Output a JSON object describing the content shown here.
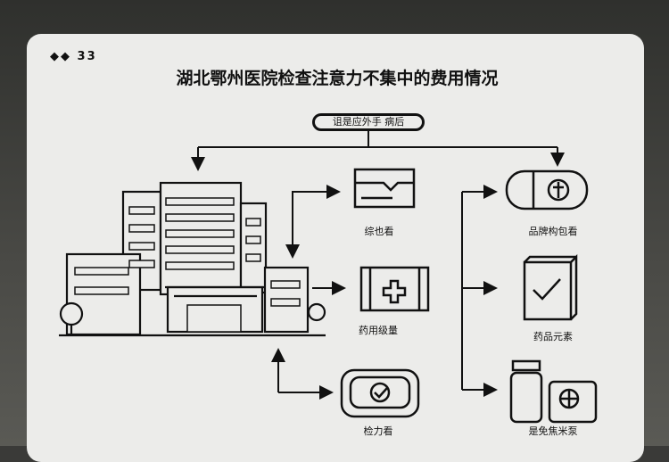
{
  "header": {
    "logo_text": "◆◆ 33",
    "title": "湖北鄂州医院检查注意力不集中的费用情况",
    "subtitle_pill": "诅是应外手 病后"
  },
  "left_column": [
    {
      "label": "综也看",
      "icon": "document-icon"
    },
    {
      "label": "药用级量",
      "icon": "first-aid-kit-icon"
    },
    {
      "label": "检力看",
      "icon": "check-card-icon"
    }
  ],
  "right_column": [
    {
      "label": "品牌构包看",
      "icon": "pill-capsule-icon"
    },
    {
      "label": "药品元素",
      "icon": "checked-box-icon"
    },
    {
      "label": "是免焦米泵",
      "icon": "medicine-bottle-icon"
    }
  ],
  "colors": {
    "card": "#ececea",
    "ink": "#111111",
    "background": "#3a3a38"
  }
}
